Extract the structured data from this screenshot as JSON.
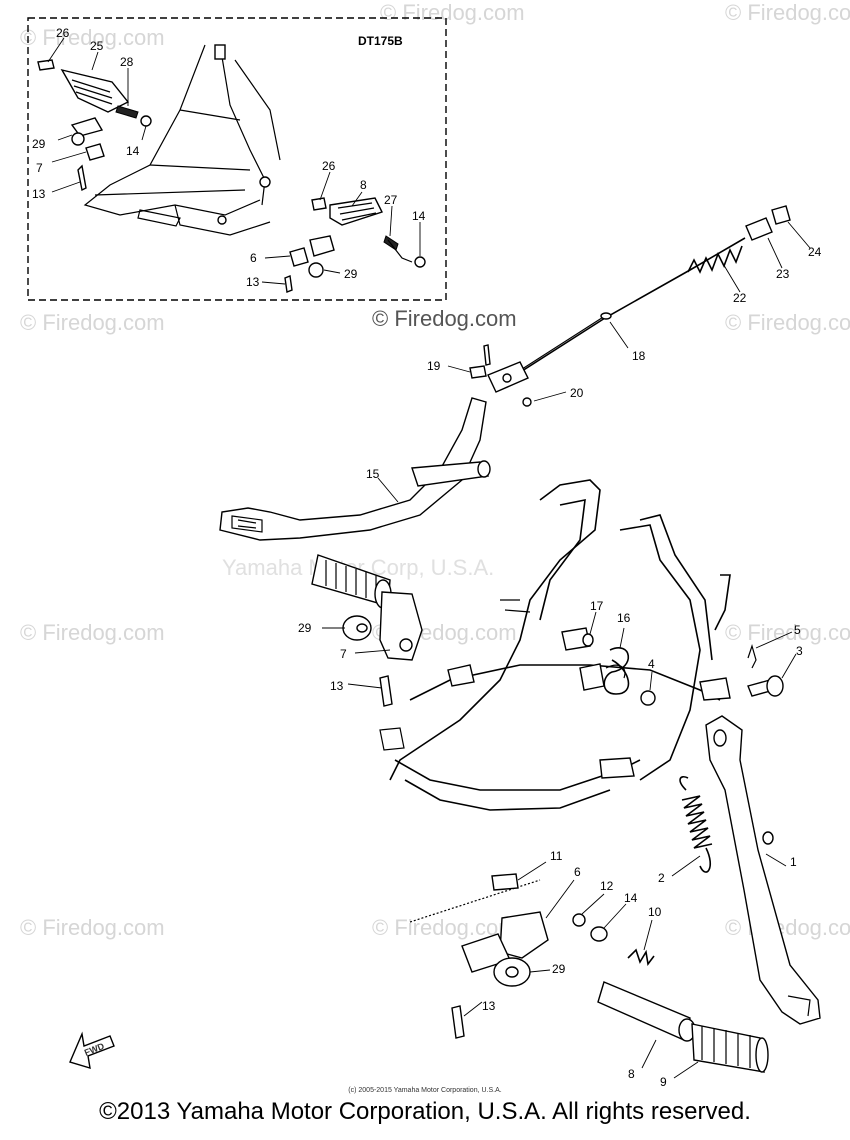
{
  "inset_title": "DT175B",
  "fwd_label": "FWD",
  "watermarks": {
    "firedog": "© Firedog.com",
    "yamaha": "Yamaha Motor Corp, U.S.A."
  },
  "labels": {
    "l26a": "26",
    "l25": "25",
    "l28": "28",
    "l29a": "29",
    "l14a": "14",
    "l7a": "7",
    "l13a": "13",
    "l26b": "26",
    "l8a": "8",
    "l27": "27",
    "l14b": "14",
    "l6a": "6",
    "l29b": "29",
    "l13b": "13",
    "l24": "24",
    "l23": "23",
    "l22": "22",
    "l18": "18",
    "l19": "19",
    "l20": "20",
    "l15": "15",
    "l17": "17",
    "l16": "16",
    "l5": "5",
    "l3": "3",
    "l4": "4",
    "l29c": "29",
    "l7b": "7",
    "l13c": "13",
    "l1": "1",
    "l2": "2",
    "l11": "11",
    "l6b": "6",
    "l12": "12",
    "l14c": "14",
    "l10": "10",
    "l29d": "29",
    "l13d": "13",
    "l8b": "8",
    "l9": "9"
  },
  "small_copyright": "(c) 2005-2015 Yamaha Motor Corporation, U.S.A.",
  "footer": "©2013 Yamaha Motor Corporation, U.S.A. All rights reserved."
}
